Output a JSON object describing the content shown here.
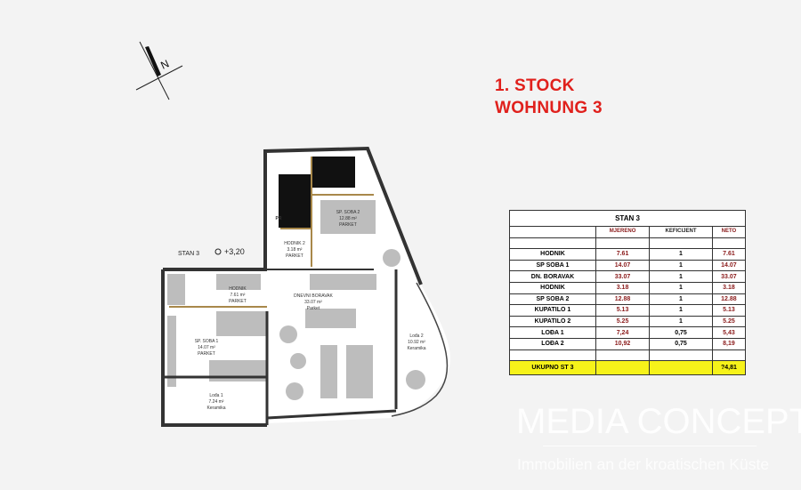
{
  "heading": {
    "line1": "1. STOCK",
    "line2": "WOHNUNG 3"
  },
  "compass": {
    "label": "N"
  },
  "plan": {
    "unit_label": "STAN 3",
    "level": "+3,20",
    "rooms": [
      {
        "name": "HODNIK",
        "area": "7.61 m²",
        "floor": "PARKET"
      },
      {
        "name": "DNEVNI BORAVAK",
        "area": "33.07 m²",
        "floor": "Parket"
      },
      {
        "name": "SP. SOBA 1",
        "area": "14.07 m²",
        "floor": "PARKET"
      },
      {
        "name": "SP. SOBA 2",
        "area": "12.88 m²",
        "floor": "PARKET"
      },
      {
        "name": "HODNIK 2",
        "area": "3.18 m²",
        "floor": "PARKET"
      },
      {
        "name": "Lođa 1",
        "area": "7.24 m²",
        "floor": "Keramika"
      },
      {
        "name": "Lođa 2",
        "area": "10.92 m²",
        "floor": "Keramika"
      }
    ],
    "pr_label": "PR"
  },
  "table": {
    "title": "STAN 3",
    "headers": [
      "",
      "MJERENO",
      "KEFICIJENT",
      "NETO"
    ],
    "rows": [
      [
        "HODNIK",
        "7.61",
        "1",
        "7.61"
      ],
      [
        "SP SOBA 1",
        "14.07",
        "1",
        "14.07"
      ],
      [
        "DN. BORAVAK",
        "33.07",
        "1",
        "33.07"
      ],
      [
        "HODNIK",
        "3.18",
        "1",
        "3.18"
      ],
      [
        "SP SOBA 2",
        "12.88",
        "1",
        "12.88"
      ],
      [
        "KUPATILO 1",
        "5.13",
        "1",
        "5.13"
      ],
      [
        "KUPATILO 2",
        "5.25",
        "1",
        "5.25"
      ],
      [
        "LOĐA 1",
        "7,24",
        "0,75",
        "5,43"
      ],
      [
        "LOĐA 2",
        "10,92",
        "0,75",
        "8,19"
      ]
    ],
    "total": {
      "label": "UKUPNO ST 3",
      "value": "?4,81"
    }
  },
  "watermark": {
    "brand": "MEDIA CONCEPT",
    "tagline": "Immobilien an der kroatischen Küste"
  }
}
